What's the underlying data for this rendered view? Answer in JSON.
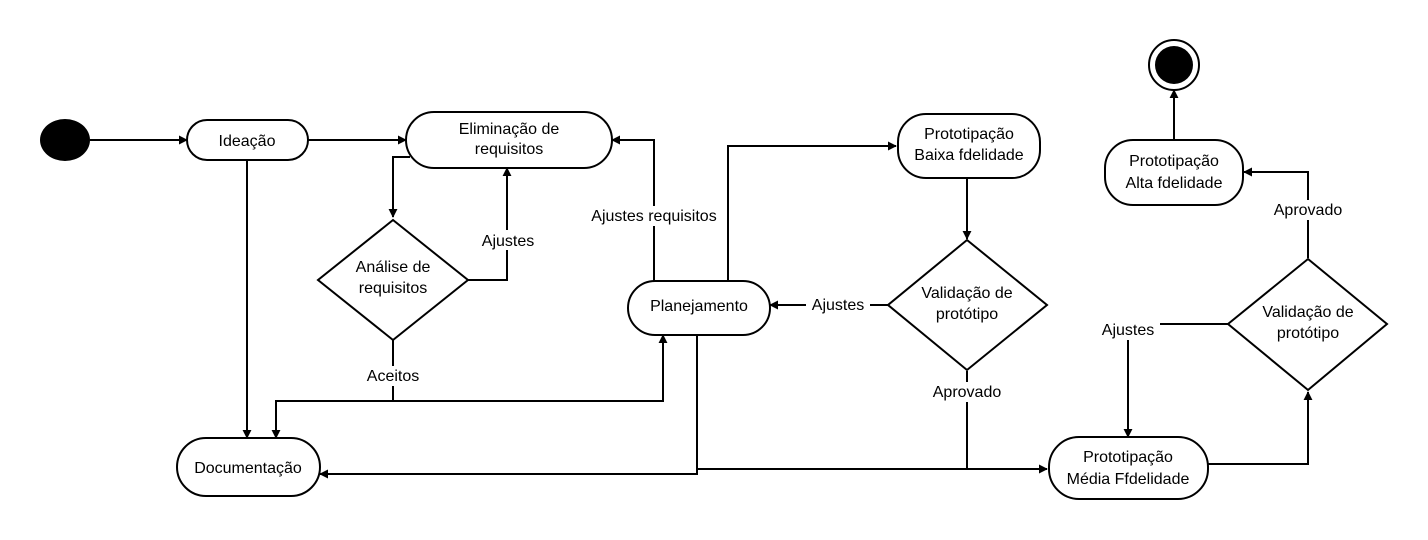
{
  "nodes": {
    "ideacao": "Ideação",
    "eliminacao": [
      "Eliminação de",
      "requisitos"
    ],
    "analise": [
      "Análise de",
      "requisitos"
    ],
    "planejamento": "Planejamento",
    "documentacao": "Documentação",
    "proto_baixa": [
      "Prototipação",
      "Baixa fdelidade"
    ],
    "validacao1": [
      "Validação de",
      "protótipo"
    ],
    "proto_media": [
      "Prototipação",
      "Média Ffdelidade"
    ],
    "validacao2": [
      "Validação de",
      "protótipo"
    ],
    "proto_alta": [
      "Prototipação",
      "Alta fdelidade"
    ]
  },
  "edge_labels": {
    "ajustes_analise": "Ajustes",
    "aceitos": "Aceitos",
    "ajustes_requisitos": "Ajustes requisitos",
    "ajustes_validacao1": "Ajustes",
    "aprovado_validacao1": "Aprovado",
    "ajustes_validacao2": "Ajustes",
    "aprovado_validacao2": "Aprovado"
  },
  "colors": {
    "stroke": "#000000",
    "fill": "#ffffff",
    "start_end": "#000000"
  }
}
